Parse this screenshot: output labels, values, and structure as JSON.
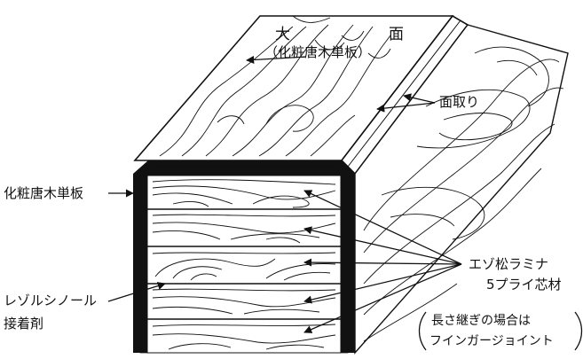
{
  "labels": {
    "top_face_1": "大",
    "top_face_2": "面",
    "top_face_3": "（化粧唐木単板）",
    "chamfer": "面取り",
    "veneer": "化粧唐木単板",
    "laminae_1": "エゾ松ラミナ",
    "laminae_2": "5プライ芯材",
    "adhesive_1": "レゾルシノール",
    "adhesive_2": "接着剤",
    "finger_joint_1": "長さ継ぎの場合は",
    "finger_joint_2": "フインガージョイント"
  },
  "colors": {
    "ink": "#111111",
    "paper": "#ffffff"
  }
}
